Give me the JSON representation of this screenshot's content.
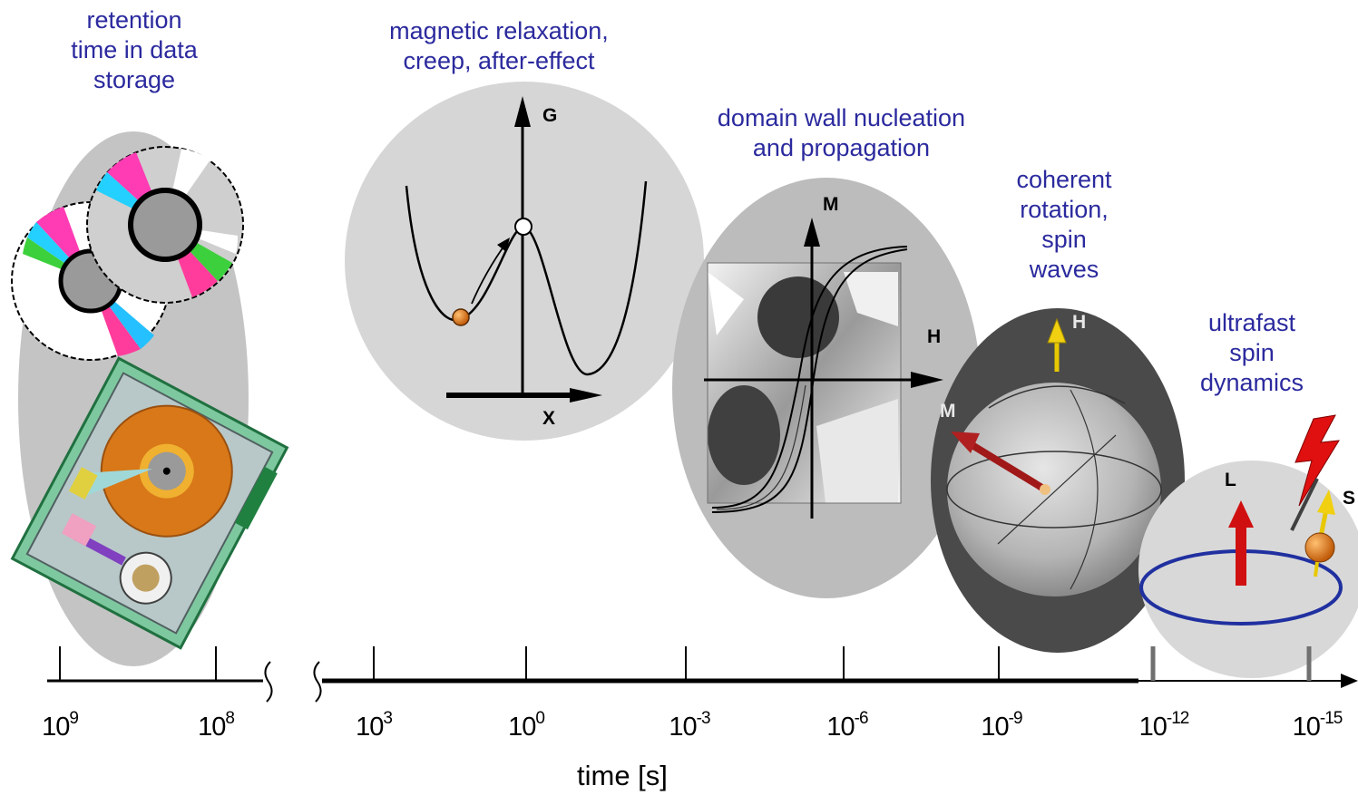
{
  "captions": {
    "retention": [
      "retention",
      "time in data",
      "storage"
    ],
    "relaxation": [
      "magnetic relaxation,",
      "creep, after-effect"
    ],
    "domain_wall": [
      "domain wall nucleation",
      "and propagation"
    ],
    "coherent": [
      "coherent",
      "rotation,",
      "spin",
      "waves"
    ],
    "ultrafast": [
      "ultrafast",
      "spin",
      "dynamics"
    ]
  },
  "energy_plot": {
    "y_label": "G",
    "x_label": "X"
  },
  "hysteresis_plot": {
    "y_label": "M",
    "x_label": "H"
  },
  "sphere_plot": {
    "field_label": "H",
    "moment_label": "M"
  },
  "spin_plot": {
    "orbital_label": "L",
    "spin_label": "S"
  },
  "time_axis": {
    "title": "time [s]",
    "ticks": [
      {
        "base": "10",
        "exp": "9"
      },
      {
        "base": "10",
        "exp": "8"
      },
      {
        "base": "10",
        "exp": "3"
      },
      {
        "base": "10",
        "exp": "0"
      },
      {
        "base": "10",
        "exp": "-3"
      },
      {
        "base": "10",
        "exp": "-6"
      },
      {
        "base": "10",
        "exp": "-9"
      },
      {
        "base": "10",
        "exp": "-12"
      },
      {
        "base": "10",
        "exp": "-15"
      }
    ]
  },
  "colors": {
    "caption_text": "#2b2a9e",
    "bubble_gray": "#c4c4c4",
    "bubble_light": "#d6d6d6",
    "dark_gray": "#4a4a4a",
    "orange": "#e07a1f",
    "red_arrow": "#d01010",
    "yellow_arrow": "#f0d010",
    "blue_orbit": "#2030a0"
  }
}
